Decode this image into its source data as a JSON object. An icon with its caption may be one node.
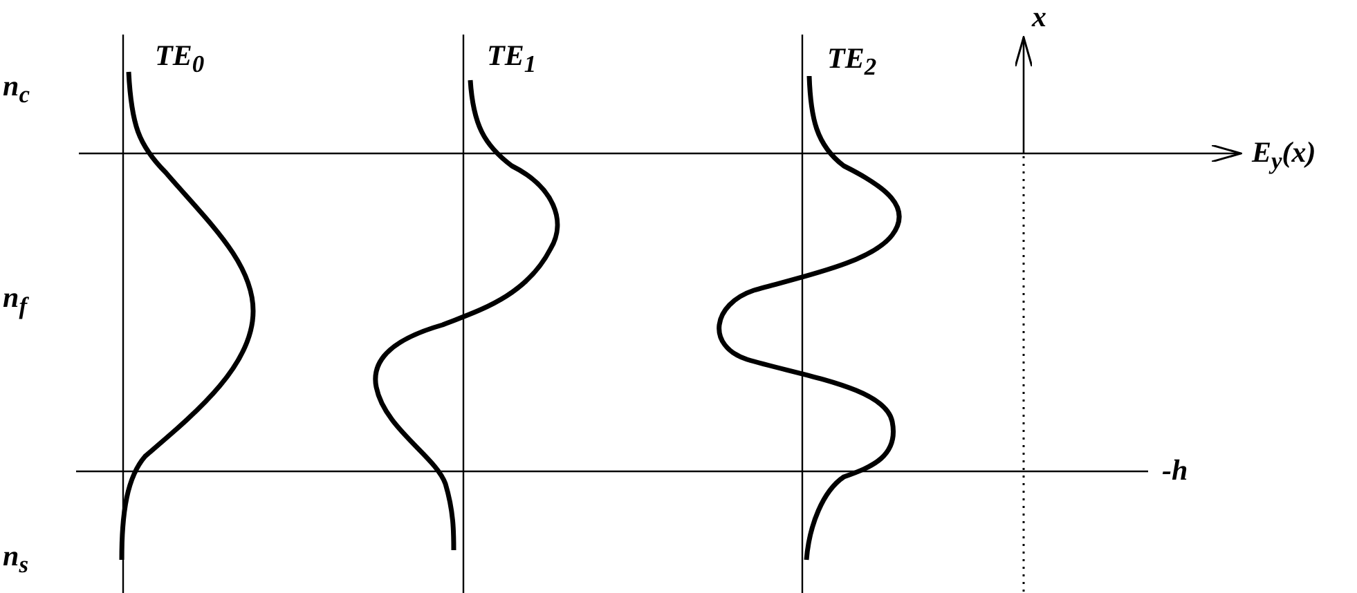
{
  "diagram": {
    "labels": [
      "x",
      "n$_{c}$",
      "TE$_{0}$",
      "TE$_{1}$",
      "TE$_{2}$",
      "E$_{y}$(x)",
      "n$_{f}$",
      "-h",
      "n$_{s}$"
    ]
  }
}
